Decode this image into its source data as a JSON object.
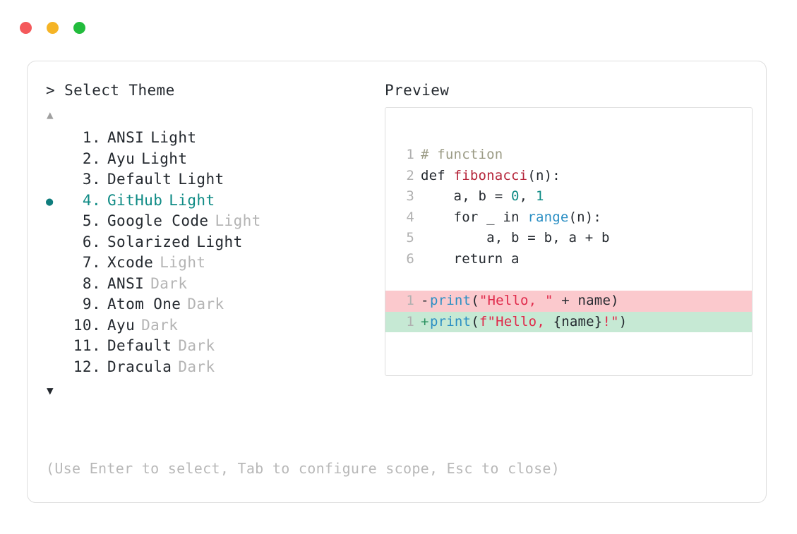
{
  "window": {
    "buttons": [
      {
        "name": "close",
        "color": "#f4595b"
      },
      {
        "name": "minimize",
        "color": "#f5b426"
      },
      {
        "name": "maximize",
        "color": "#22bc3c"
      }
    ]
  },
  "selector": {
    "prompt_caret": ">",
    "title": "Select Theme",
    "scroll_up_arrow": "▲",
    "scroll_down_arrow": "▼",
    "selected_bullet": "●",
    "selected_index": 4,
    "accent_color": "#0f8b85",
    "muted_color": "#b4b4b4",
    "items": [
      {
        "num": "1.",
        "name": "ANSI",
        "variant": "Light",
        "variant_muted": false,
        "selected": false
      },
      {
        "num": "2.",
        "name": "Ayu",
        "variant": "Light",
        "variant_muted": false,
        "selected": false
      },
      {
        "num": "3.",
        "name": "Default",
        "variant": "Light",
        "variant_muted": false,
        "selected": false
      },
      {
        "num": "4.",
        "name": "GitHub",
        "variant": "Light",
        "variant_muted": false,
        "selected": true
      },
      {
        "num": "5.",
        "name": "Google Code",
        "variant": "Light",
        "variant_muted": true,
        "selected": false
      },
      {
        "num": "6.",
        "name": "Solarized",
        "variant": "Light",
        "variant_muted": false,
        "selected": false
      },
      {
        "num": "7.",
        "name": "Xcode",
        "variant": "Light",
        "variant_muted": true,
        "selected": false
      },
      {
        "num": "8.",
        "name": "ANSI",
        "variant": "Dark",
        "variant_muted": true,
        "selected": false
      },
      {
        "num": "9.",
        "name": "Atom One",
        "variant": "Dark",
        "variant_muted": true,
        "selected": false
      },
      {
        "num": "10.",
        "name": "Ayu",
        "variant": "Dark",
        "variant_muted": true,
        "selected": false
      },
      {
        "num": "11.",
        "name": "Default",
        "variant": "Dark",
        "variant_muted": true,
        "selected": false
      },
      {
        "num": "12.",
        "name": "Dracula",
        "variant": "Dark",
        "variant_muted": true,
        "selected": false
      }
    ]
  },
  "preview": {
    "label": "Preview",
    "code_lines": [
      {
        "gutter": "1",
        "tokens": [
          {
            "t": "# function",
            "c": "tok-comment"
          }
        ]
      },
      {
        "gutter": "2",
        "tokens": [
          {
            "t": "def ",
            "c": "tok-kw"
          },
          {
            "t": "fibonacci",
            "c": "tok-fn"
          },
          {
            "t": "(n):",
            "c": "tok-plain"
          }
        ]
      },
      {
        "gutter": "3",
        "tokens": [
          {
            "t": "    a, b = ",
            "c": "tok-plain"
          },
          {
            "t": "0",
            "c": "tok-num"
          },
          {
            "t": ", ",
            "c": "tok-plain"
          },
          {
            "t": "1",
            "c": "tok-num"
          }
        ]
      },
      {
        "gutter": "4",
        "tokens": [
          {
            "t": "    for _ in ",
            "c": "tok-plain"
          },
          {
            "t": "range",
            "c": "tok-builtin"
          },
          {
            "t": "(n):",
            "c": "tok-plain"
          }
        ]
      },
      {
        "gutter": "5",
        "tokens": [
          {
            "t": "        a, b = b, a + b",
            "c": "tok-plain"
          }
        ]
      },
      {
        "gutter": "6",
        "tokens": [
          {
            "t": "    return a",
            "c": "tok-plain"
          }
        ]
      }
    ],
    "diff_lines": [
      {
        "kind": "del",
        "gutter": "1",
        "sign": "-",
        "tokens": [
          {
            "t": "print",
            "c": "tok-builtin"
          },
          {
            "t": "(",
            "c": "tok-plain"
          },
          {
            "t": "\"Hello, \"",
            "c": "tok-str"
          },
          {
            "t": " + name)",
            "c": "tok-plain"
          }
        ]
      },
      {
        "kind": "add",
        "gutter": "1",
        "sign": "+",
        "tokens": [
          {
            "t": "print",
            "c": "tok-builtin"
          },
          {
            "t": "(",
            "c": "tok-plain"
          },
          {
            "t": "f\"Hello, ",
            "c": "tok-str"
          },
          {
            "t": "{name}",
            "c": "tok-plain"
          },
          {
            "t": "!\"",
            "c": "tok-str"
          },
          {
            "t": ")",
            "c": "tok-plain"
          }
        ]
      }
    ],
    "diff_del_bg": "#fbc9cd",
    "diff_add_bg": "#c6e9d4"
  },
  "footer": {
    "hint": "(Use Enter to select, Tab to configure scope, Esc to close)"
  }
}
